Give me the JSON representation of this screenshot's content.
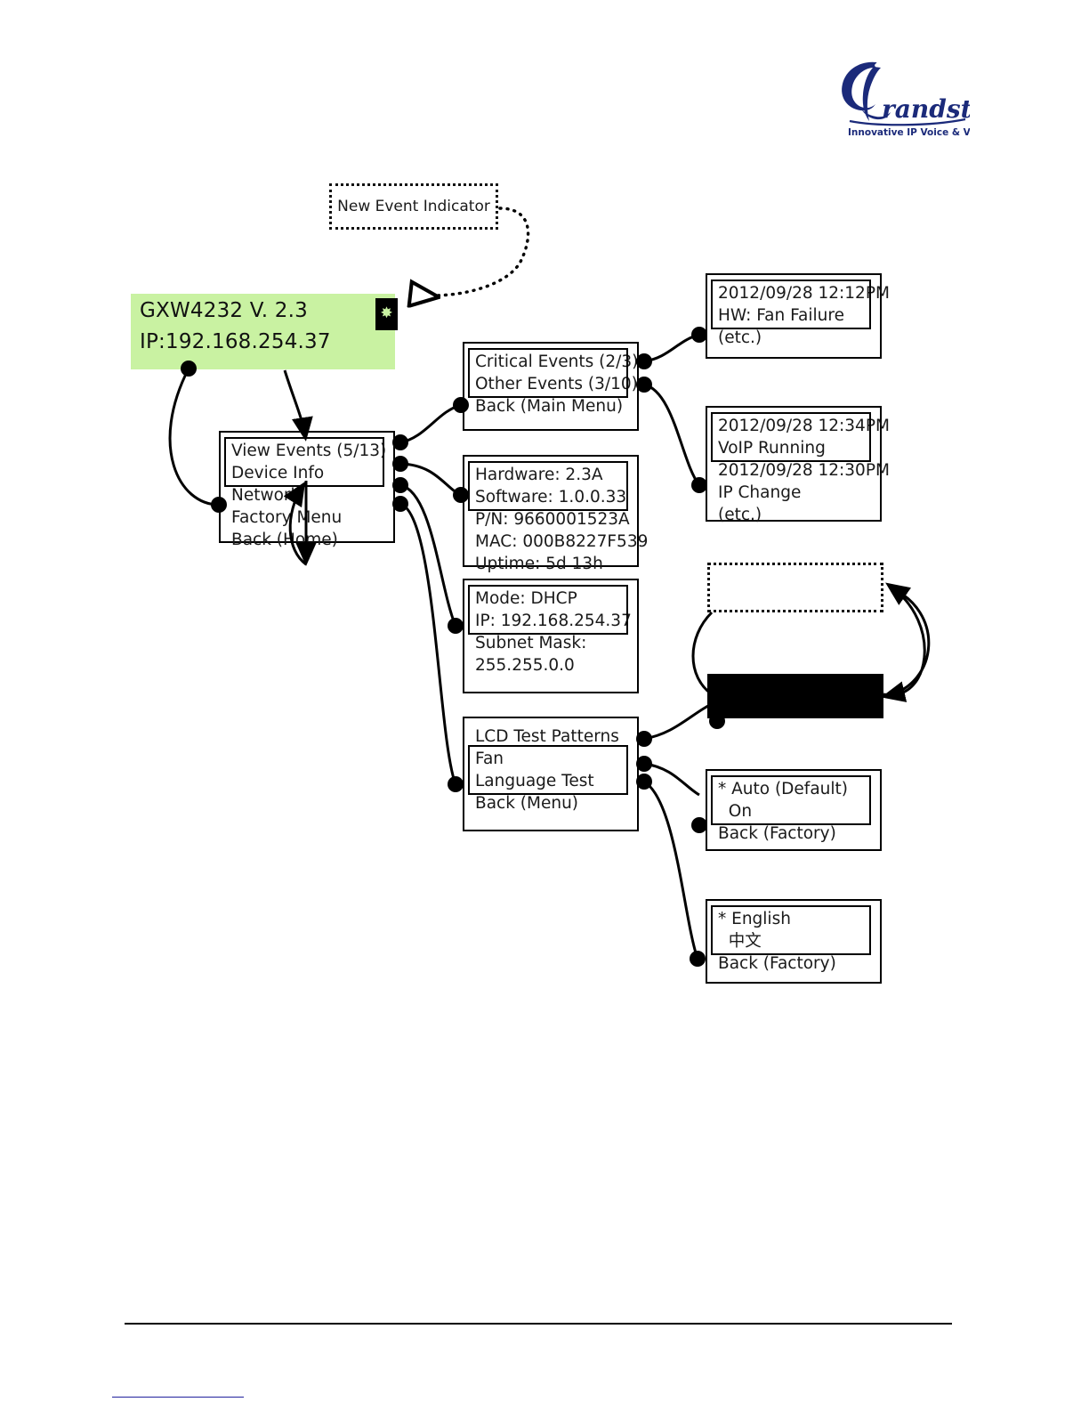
{
  "brand": {
    "name": "Grandstream",
    "tagline": "Innovative IP Voice & Video",
    "color": "#1b2a7a"
  },
  "callout": {
    "label": "New Event Indicator"
  },
  "lcd": {
    "line1": "GXW4232 V. 2.3",
    "line2": "IP:192.168.254.37",
    "indicator_icon": "new-event-asterisk-icon",
    "indicator_glyph": "✸",
    "screen_color": "#c9f2a2"
  },
  "nodes": {
    "main_menu": {
      "name": "main-menu",
      "lines": [
        "View Events (5/13)",
        "Device Info",
        "Network",
        "Factory Menu",
        "Back (Home)"
      ],
      "window_rows": [
        0,
        1
      ]
    },
    "view_events": {
      "name": "view-events-menu",
      "lines": [
        "Critical Events (2/3)",
        "Other Events (3/10)",
        "Back (Main Menu)"
      ],
      "window_rows": [
        0,
        1
      ]
    },
    "critical_events": {
      "name": "critical-events-list",
      "lines": [
        "2012/09/28 12:12PM",
        "HW: Fan Failure",
        "(etc.)"
      ],
      "window_rows": [
        0,
        1
      ]
    },
    "other_events": {
      "name": "other-events-list",
      "lines": [
        "2012/09/28 12:34PM",
        "VoIP Running",
        "2012/09/28 12:30PM",
        "IP Change",
        "(etc.)"
      ],
      "window_rows": [
        0,
        1
      ]
    },
    "device_info": {
      "name": "device-info",
      "lines": [
        "Hardware: 2.3A",
        "Software: 1.0.0.33",
        "P/N: 9660001523A",
        "MAC: 000B8227F539",
        "Uptime: 5d 13h"
      ],
      "window_rows": [
        0,
        1
      ]
    },
    "network": {
      "name": "network-info",
      "lines": [
        "Mode: DHCP",
        "IP: 192.168.254.37",
        "Subnet Mask:",
        "255.255.0.0"
      ],
      "window_rows": [
        0,
        1
      ]
    },
    "factory_menu": {
      "name": "factory-menu",
      "lines": [
        "LCD Test Patterns",
        "Fan",
        "Language Test",
        "Back (Menu)"
      ],
      "window_rows": [
        1,
        2
      ]
    },
    "fan": {
      "name": "fan-settings",
      "lines": [
        "* Auto (Default)",
        "  On",
        "Back (Factory)"
      ],
      "window_rows": [
        0,
        1
      ]
    },
    "language": {
      "name": "language-settings",
      "lines": [
        "* English",
        "  中文",
        "Back (Factory)"
      ],
      "window_rows": [
        0,
        1
      ]
    }
  },
  "test_patterns": {
    "white_screen_label": "",
    "black_screen_label": ""
  }
}
